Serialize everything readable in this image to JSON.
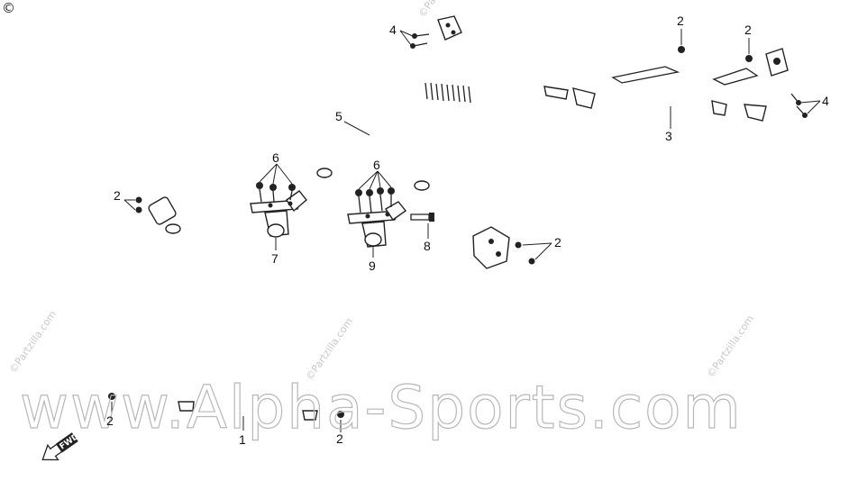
{
  "copyright_mark": "©",
  "watermark": {
    "main": "www.Alpha-Sports.com",
    "stamps": [
      "©Partzilla.com",
      "©Partzilla.com",
      "©Partzilla.com",
      "©Partzilla.com"
    ]
  },
  "callouts": {
    "part_1": "1",
    "part_2_a": "2",
    "part_2_b": "2",
    "part_2_c": "2",
    "part_2_d": "2",
    "part_2_e": "2",
    "part_2_f": "2",
    "part_3": "3",
    "part_4_a": "4",
    "part_4_b": "4",
    "part_5": "5",
    "part_6_a": "6",
    "part_6_b": "6",
    "part_7": "7",
    "part_8": "8",
    "part_9": "9"
  },
  "direction_indicator": "FWD"
}
